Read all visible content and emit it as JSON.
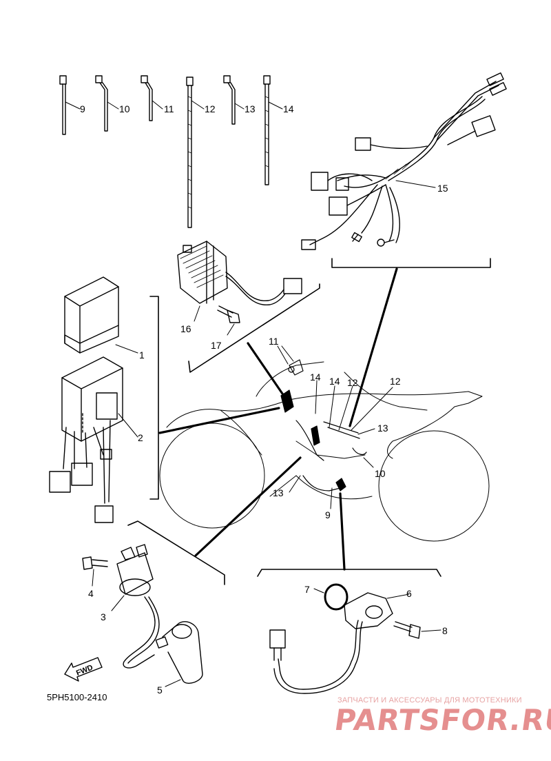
{
  "diagram_code": "5PH5100-2410",
  "watermark": {
    "tagline": "ЗАПЧАСТИ И АКСЕССУАРЫ ДЛЯ МОТОТЕХНИКИ",
    "brand": "PARTSFOR.RU"
  },
  "direction_label": "FWD",
  "callouts": {
    "c1": "1",
    "c2": "2",
    "c3": "3",
    "c4": "4",
    "c5": "5",
    "c6": "6",
    "c7": "7",
    "c8": "8",
    "c9": "9",
    "c10": "10",
    "c11": "11",
    "c12": "12",
    "c13": "13",
    "c14": "14",
    "c15": "15",
    "c16": "16",
    "c17": "17"
  },
  "bike_callouts": {
    "b11": "11",
    "b14a": "14",
    "b14b": "14",
    "b12a": "12",
    "b12b": "12",
    "b13a": "13",
    "b10": "10",
    "b13b": "13",
    "b9": "9"
  }
}
